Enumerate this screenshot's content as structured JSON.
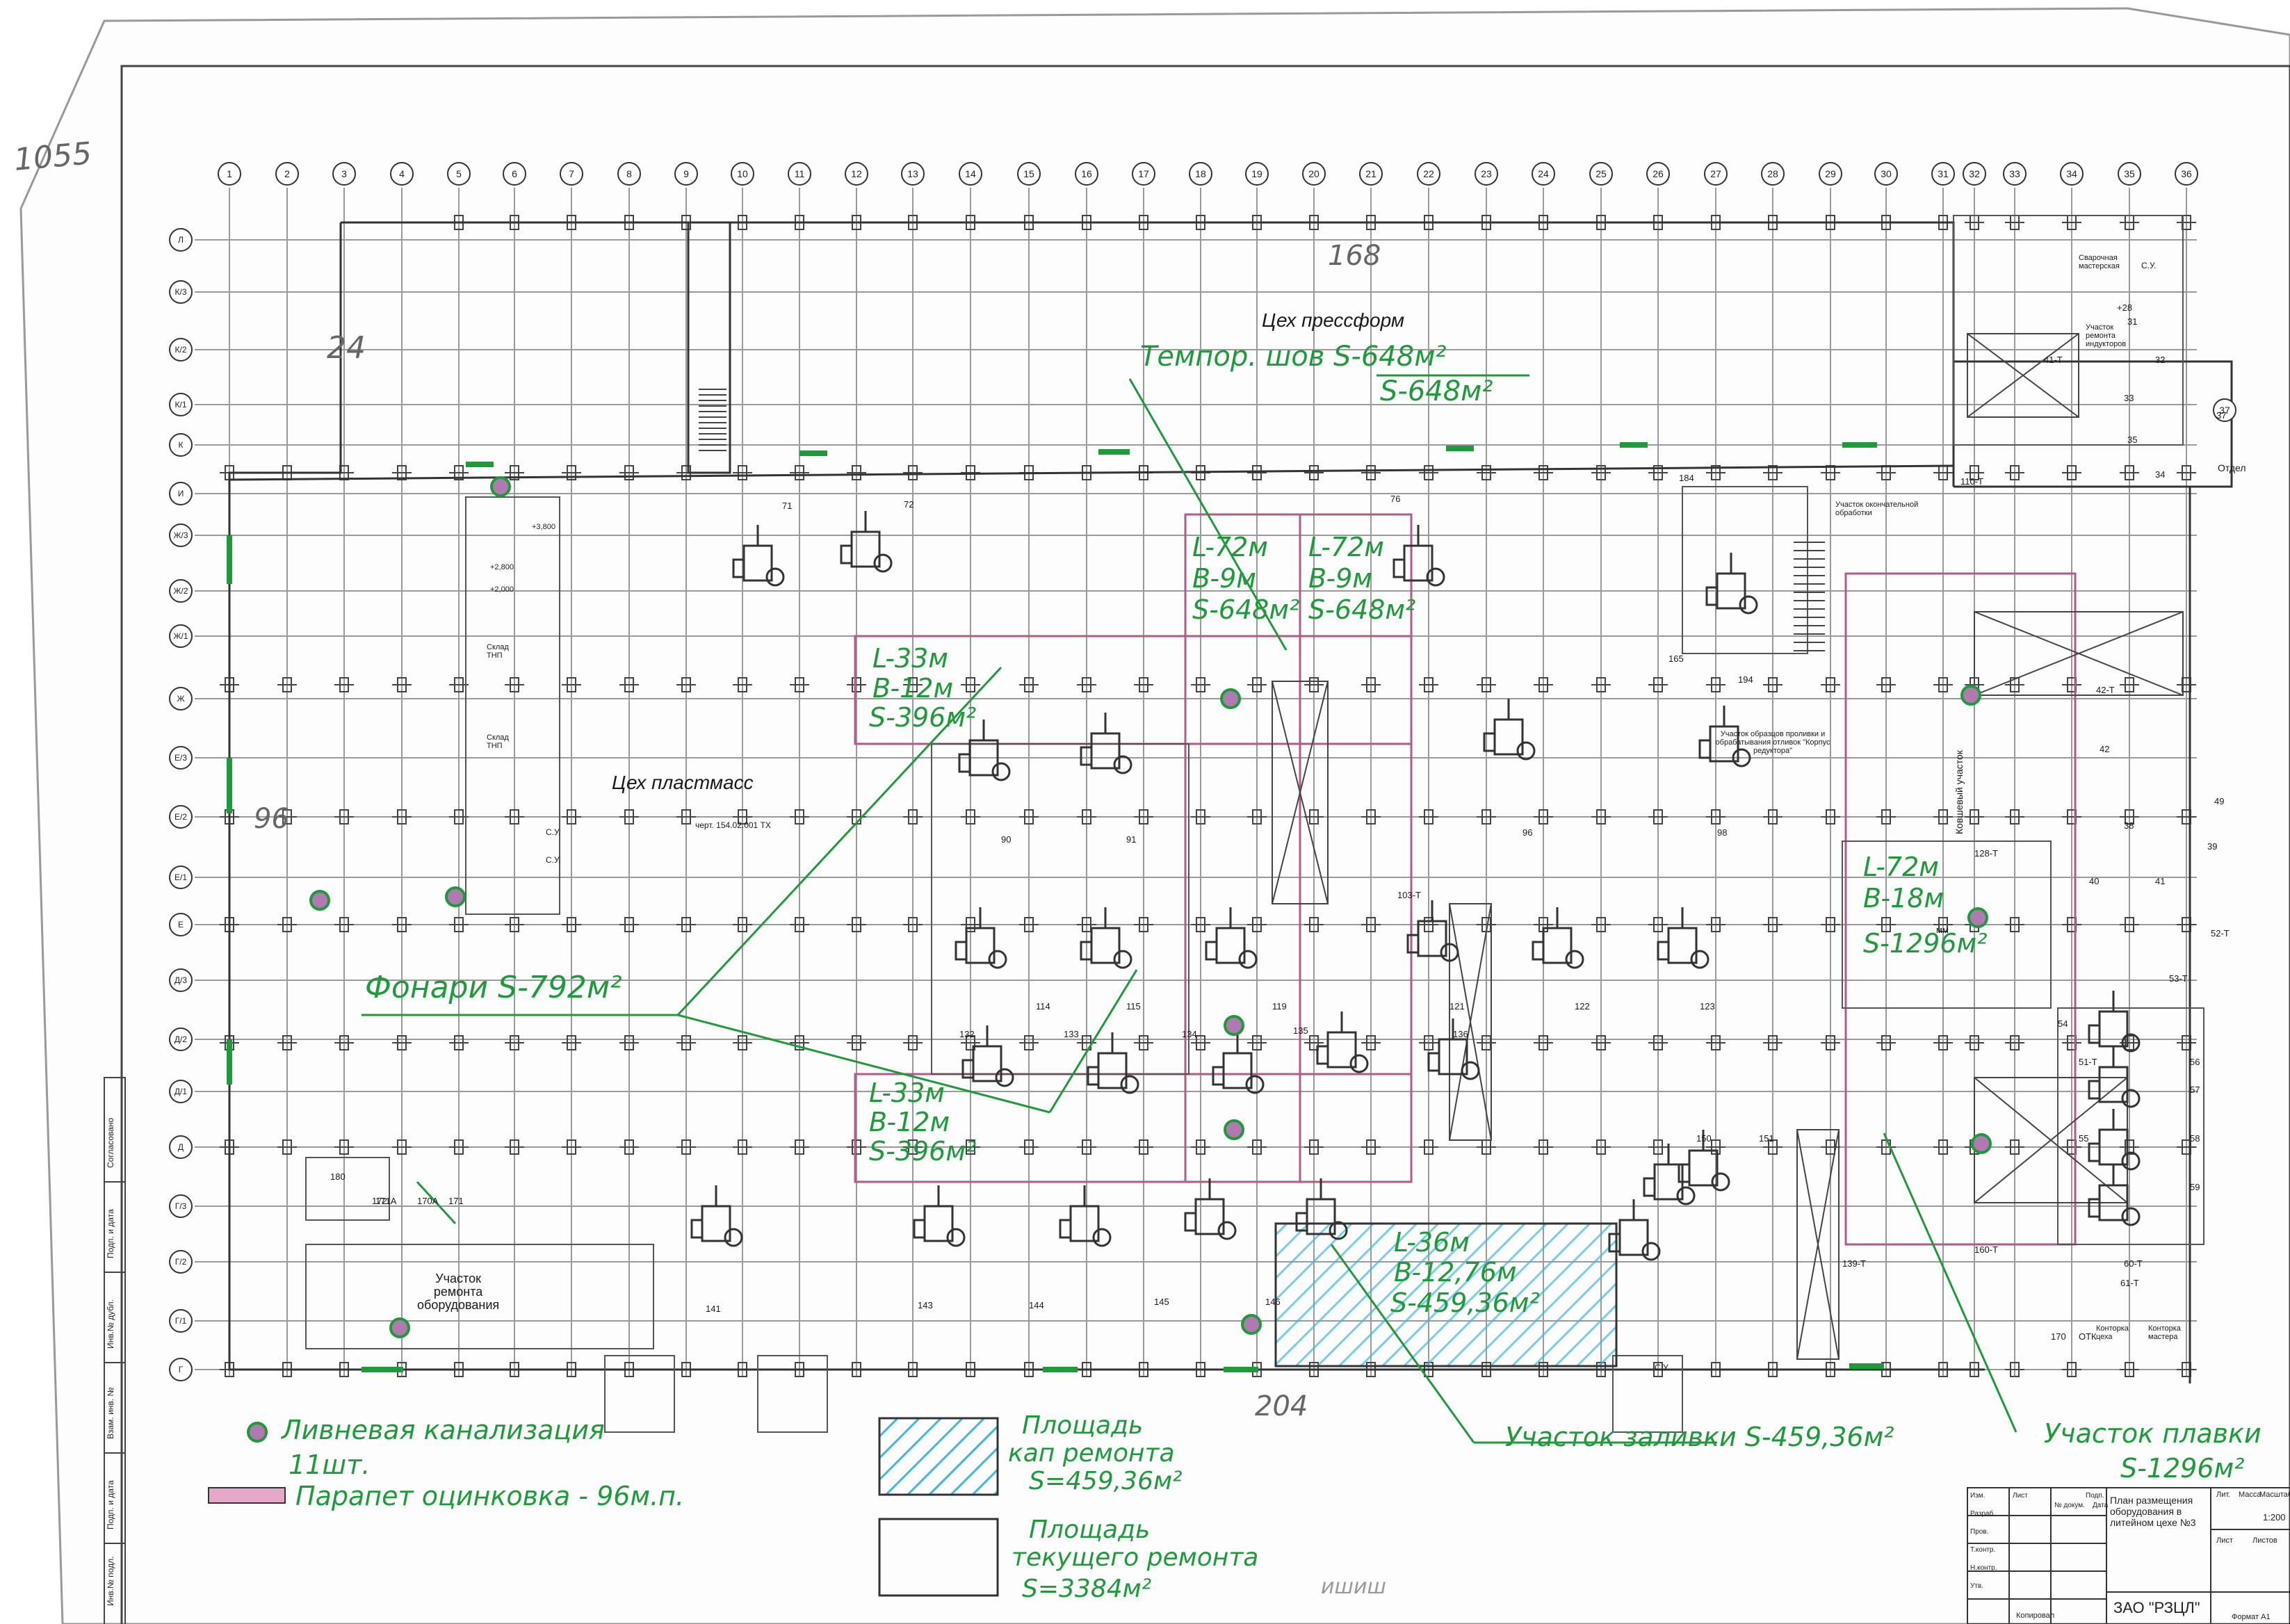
{
  "margin_note": "1055",
  "shop_titles": {
    "press_molds": "Цех прессформ",
    "plastics": "Цех пластмасс",
    "plastics_ref": "черт. 154.02.001 ТХ",
    "repair_area": "Участок\nремонта\nоборудования",
    "final_machining": "Участок окончательной обработки",
    "sample_area": "Участок образцов проливки и обрабатывания отливок \"Корпус редуктора\"",
    "ladle_area": "Ковшевый участок",
    "otdel": "Отдел",
    "rooms": {
      "welding": "Сварочная мастерская",
      "inductor_repair": "Участок ремонта индукторов",
      "su": "С.У.",
      "sklad_tnp": "Склад ТНП",
      "level_3800": "+3,800",
      "level_2800": "+2,800",
      "level_2000": "+2,000",
      "shop_office": "Конторка цеха",
      "foreman_office": "Конторка мастера"
    }
  },
  "axes_top": [
    "1",
    "2",
    "3",
    "4",
    "5",
    "6",
    "7",
    "8",
    "9",
    "10",
    "11",
    "12",
    "13",
    "14",
    "15",
    "16",
    "17",
    "18",
    "19",
    "20",
    "21",
    "22",
    "23",
    "24",
    "25",
    "26",
    "27",
    "28",
    "29",
    "30",
    "31",
    "32",
    "33",
    "34",
    "35",
    "36",
    "37"
  ],
  "axes_left": [
    "Л",
    "К/3",
    "К/2",
    "К/1",
    "К",
    "И",
    "Ж/3",
    "Ж/2",
    "Ж/1",
    "Ж",
    "Е/3",
    "Е/2",
    "Е/1",
    "Е",
    "Д/3",
    "Д/2",
    "Д/1",
    "Д",
    "Г/3",
    "Г/2",
    "Г/1",
    "Г"
  ],
  "equipment_numbers": [
    "71",
    "72",
    "76",
    "90",
    "91",
    "96",
    "98",
    "103-Т",
    "110-Т",
    "114",
    "115",
    "119",
    "121",
    "122",
    "123",
    "128-Т",
    "132",
    "133",
    "134",
    "135",
    "136",
    "139-Т",
    "141",
    "143",
    "144",
    "145",
    "146",
    "150",
    "151",
    "160-Т",
    "165",
    "170",
    "170А",
    "171",
    "171А",
    "172",
    "180",
    "184",
    "194",
    "31",
    "32",
    "33",
    "34",
    "35",
    "37",
    "38",
    "39",
    "40",
    "41",
    "41-Т",
    "42",
    "42-Т",
    "49",
    "51-Т",
    "52-Т",
    "53-Т",
    "54",
    "55",
    "56",
    "57",
    "58",
    "59",
    "60-Т",
    "61-Т",
    "+28",
    "мм",
    "ОТК"
  ],
  "handwritten": {
    "dim_168": "168",
    "dim_24": "24",
    "dim_96": "96",
    "dim_204": "204",
    "tempor_shov_1": "Темпор. шов  S-648м²",
    "tempor_shov_2": "S-648м²",
    "span_a_1": "L-72м",
    "span_a_2": "B-9м",
    "span_a_3": "S-648м²",
    "span_b_1": "L-72м",
    "span_b_2": "B-9м",
    "span_b_3": "S-648м²",
    "block_top_1": "L-33м",
    "block_top_2": "B-12м",
    "block_top_3": "S-396м²",
    "block_bot_1": "L-33м",
    "block_bot_2": "B-12м",
    "block_bot_3": "S-396м²",
    "zone_zalivka_1": "L-36м",
    "zone_zalivka_2": "B-12,76м",
    "zone_zalivka_3": "S-459,36м²",
    "zone_plavka_1": "L-72м",
    "zone_plavka_2": "B-18м",
    "zone_plavka_3": "S-1296м²",
    "fonari": "Фонари  S-792м²",
    "uchastok_zalivki": "Участок заливки S-459,36м²",
    "uchastok_plavki_1": "Участок плавки",
    "uchastok_plavki_2": "S-1296м²",
    "pencil_scribble": "ишиш"
  },
  "legend": {
    "drain_1": "Ливневая канализация",
    "drain_2": "11шт.",
    "parapet": "Парапет оцинковка - 96м.п.",
    "capital_1": "Площадь",
    "capital_2": "кап ремонта",
    "capital_3": "S=459,36м²",
    "current_1": "Площадь",
    "current_2": "текущего ремонта",
    "current_3": "S=3384м²"
  },
  "side_strip": [
    "Инв.№ подл.",
    "Подп. и дата",
    "Взам. инв. №",
    "Инв.№ дубл.",
    "Подп. и дата",
    "Согласовано"
  ],
  "title_block": {
    "title": "План размещения оборудования в литейном цехе №3",
    "company": "ЗАО \"РЗЦЛ\"",
    "lit": "Лит.",
    "mass": "Масса",
    "scale": "Масштаб",
    "scale_value": "1:200",
    "sheet": "Лист",
    "sheets": "Листов",
    "rows": [
      "Изм.",
      "Разраб.",
      "Пров.",
      "Т.контр.",
      "Н.контр.",
      "Утв."
    ],
    "cols": [
      "Лист",
      "№ докум.",
      "Подп.",
      "Дата"
    ],
    "copied": "Копировал",
    "format": "Формат А1"
  },
  "colors": {
    "annotation_green": "#1f9a3a",
    "zone_magenta": "#b25a88",
    "parapet_pink": "#e6a8c8",
    "hatch_cyan": "#3fb8df",
    "drawing_ink": "#333333"
  }
}
